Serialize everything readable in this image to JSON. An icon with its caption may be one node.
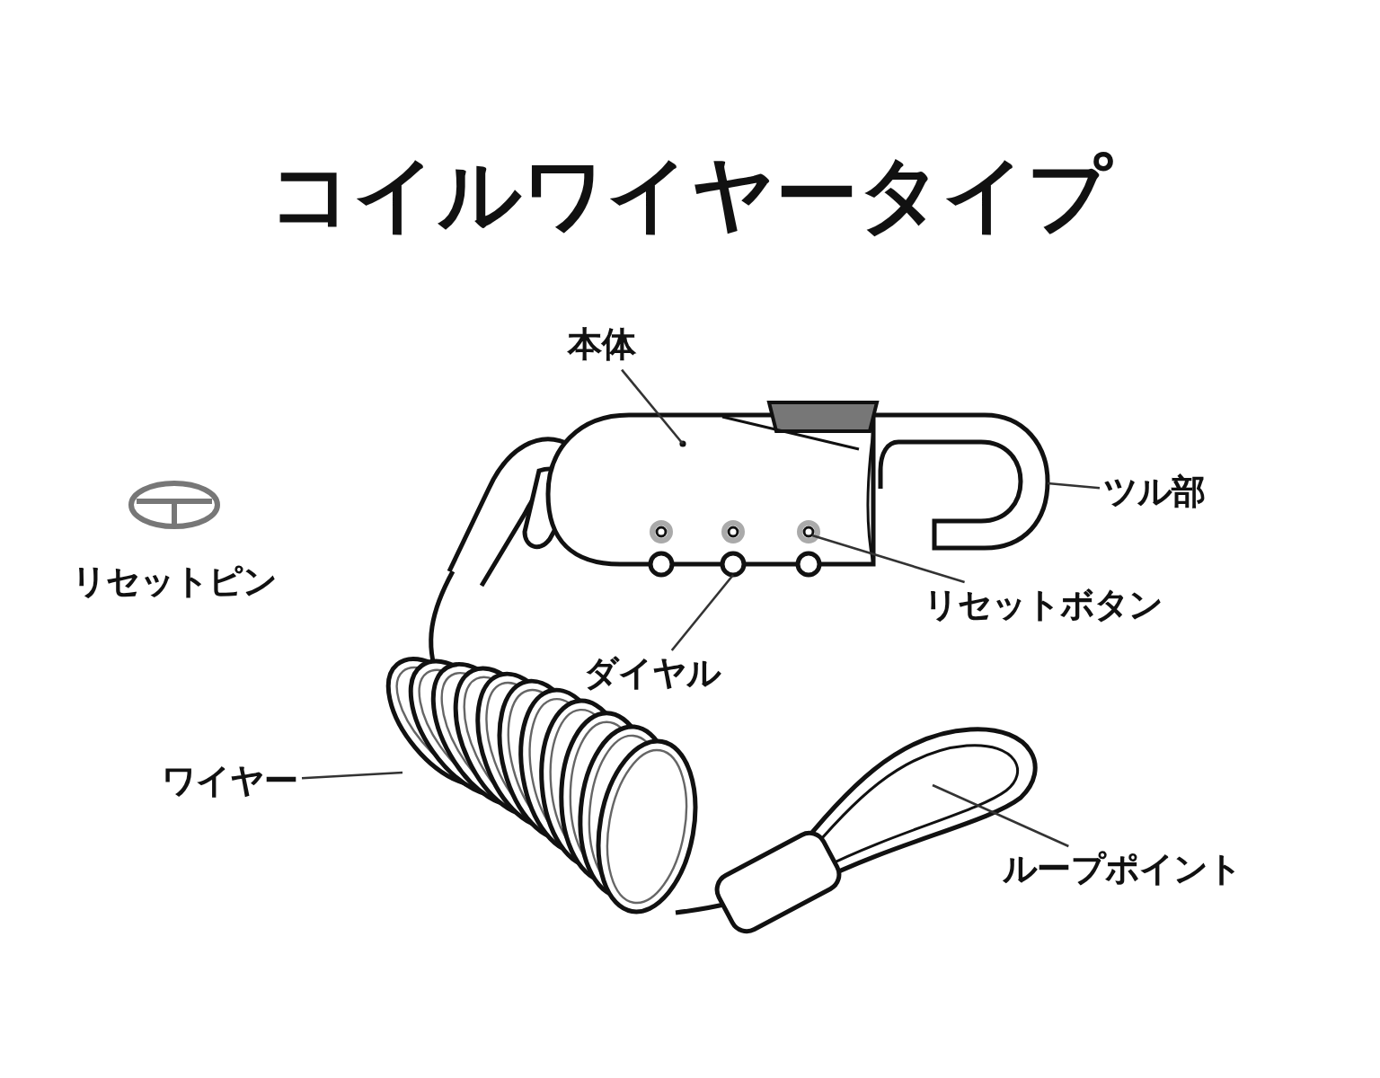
{
  "diagram": {
    "title": "コイルワイヤータイプ",
    "nodes": [
      {
        "text": [
          "本体"
        ]
      },
      {
        "text": [],
        "shape": "picture"
      },
      {
        "text": [
          "ツル部"
        ]
      },
      {
        "text": [],
        "shape": "picture"
      },
      {
        "text": [
          "リセットボタン"
        ]
      },
      {
        "text": [],
        "shape": "circle",
        "in": 1
      },
      {
        "text": [
          "ダイヤル"
        ]
      },
      {
        "text": [],
        "shape": "circle"
      },
      {
        "text": [
          "ワイヤー"
        ]
      },
      {
        "text": [],
        "shape": "picture"
      },
      {
        "text": [
          "ループポイント"
        ]
      },
      {
        "text": [],
        "shape": "picture"
      }
    ],
    "edges": [
      {
        "from": 0,
        "to": 1,
        "arrow": "none"
      },
      {
        "from": 2,
        "to": 3,
        "arrow": "none"
      },
      {
        "from": 4,
        "to": 5,
        "arrow": "none"
      },
      {
        "from": 6,
        "to": 7,
        "arrow": "none"
      },
      {
        "from": 8,
        "to": 9,
        "arrow": "none"
      },
      {
        "from": 10,
        "to": 11,
        "arrow": "none"
      }
    ],
    "labels": [
      "リセットピン"
    ]
  }
}
